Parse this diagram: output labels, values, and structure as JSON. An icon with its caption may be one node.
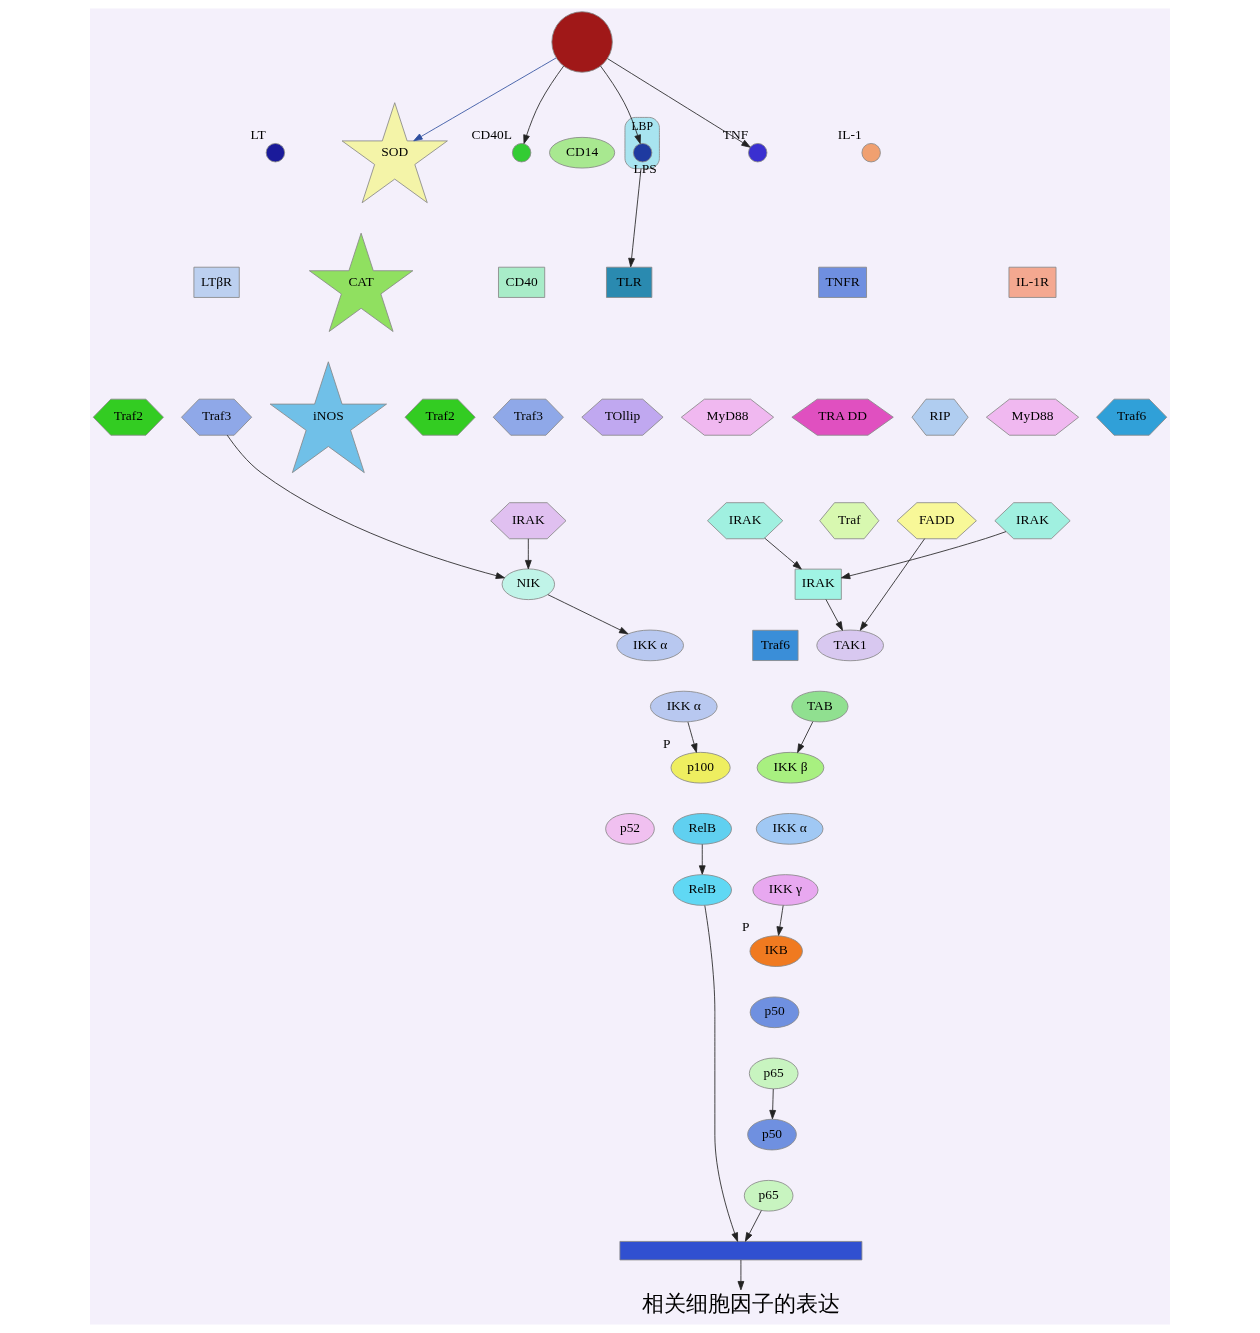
{
  "diagram": {
    "nodes": [
      {
        "text": [],
        "shape": "circle"
      },
      {
        "text": [
          "CD40L"
        ]
      },
      {
        "text": [
          "TNF"
        ]
      },
      {
        "text": [
          "LBP"
        ]
      },
      {
        "text": [
          "LPS"
        ],
        "in": 3
      },
      {
        "text": [
          "LT"
        ]
      },
      {
        "text": [
          "IL-1"
        ]
      },
      {
        "text": [
          "CD14"
        ]
      },
      {
        "text": [
          "LTβR"
        ]
      },
      {
        "text": [
          "CD40"
        ]
      },
      {
        "text": [
          "TNFR"
        ]
      },
      {
        "text": [
          "IL-1R"
        ]
      },
      {
        "text": [
          "TLR"
        ]
      },
      {
        "text": [
          "Traf2"
        ]
      },
      {
        "text": [
          "Traf3"
        ]
      },
      {
        "text": [
          "Traf2"
        ]
      },
      {
        "text": [
          "Traf3"
        ]
      },
      {
        "text": [
          "IRAK"
        ]
      },
      {
        "text": [
          "TRA DD"
        ]
      },
      {
        "text": [
          "RIP"
        ]
      },
      {
        "text": [
          "Traf"
        ]
      },
      {
        "text": [
          "FADD"
        ]
      },
      {
        "text": [
          "Traf6"
        ]
      },
      {
        "text": [
          "MyD88"
        ]
      },
      {
        "text": [
          "IRAK"
        ]
      },
      {
        "text": [
          "TOllip"
        ]
      },
      {
        "text": [
          "MyD88"
        ]
      },
      {
        "text": [
          "IRAK"
        ]
      },
      {
        "text": [
          "NIK"
        ]
      },
      {
        "text": [
          "SOD"
        ]
      },
      {
        "text": [
          "TAK1"
        ]
      },
      {
        "text": [
          "TAB"
        ]
      },
      {
        "text": [
          "IRAK"
        ]
      },
      {
        "text": [
          "Traf6"
        ]
      },
      {
        "text": [
          "IKK α"
        ]
      },
      {
        "text": [
          "IKK α"
        ]
      },
      {
        "text": [
          "CAT"
        ]
      },
      {
        "text": [
          "IKK β"
        ]
      },
      {
        "text": [
          "IKK α"
        ]
      },
      {
        "text": [
          "IKK γ"
        ]
      },
      {
        "text": [
          "p100"
        ],
        "beside": [
          "P"
        ]
      },
      {
        "text": [
          "IKB"
        ],
        "beside": [
          "P"
        ]
      },
      {
        "text": [
          "p50"
        ]
      },
      {
        "text": [
          "RelB"
        ]
      },
      {
        "text": [
          "p65"
        ]
      },
      {
        "text": [
          "iNOS"
        ]
      },
      {
        "text": [
          "p52"
        ]
      },
      {
        "text": [
          "RelB"
        ]
      },
      {
        "text": [
          "p50"
        ]
      },
      {
        "text": [
          "p65"
        ]
      },
      {
        "text": [],
        "shape": "bar"
      },
      {
        "text": [
          "相关细胞因子的表达"
        ]
      }
    ],
    "edges": [
      {
        "from": 0,
        "to": 1,
        "arrow": "to"
      },
      {
        "from": 0,
        "to": 2,
        "arrow": "to"
      },
      {
        "from": 0,
        "to": 4,
        "arrow": "to"
      },
      {
        "from": 0,
        "to": 29,
        "arrow": "to",
        "color": "#2f4f9f"
      },
      {
        "from": 3,
        "to": 12,
        "arrow": "to"
      },
      {
        "from": 14,
        "to": 28,
        "arrow": "to"
      },
      {
        "from": 17,
        "to": 28,
        "arrow": "to"
      },
      {
        "from": 28,
        "to": 34,
        "arrow": "to"
      },
      {
        "from": 35,
        "to": 40,
        "arrow": "to"
      },
      {
        "from": 43,
        "to": 47,
        "arrow": "to"
      },
      {
        "from": 21,
        "to": 30,
        "arrow": "to"
      },
      {
        "from": 24,
        "to": 32,
        "arrow": "to"
      },
      {
        "from": 27,
        "to": 32,
        "arrow": "to"
      },
      {
        "from": 32,
        "to": 30,
        "arrow": "to"
      },
      {
        "from": 31,
        "to": 37,
        "arrow": "to"
      },
      {
        "from": 39,
        "to": 41,
        "arrow": "to"
      },
      {
        "from": 44,
        "to": 48,
        "arrow": "to"
      },
      {
        "from": 47,
        "to": 50,
        "arrow": "to"
      },
      {
        "from": 49,
        "to": 50,
        "arrow": "to"
      },
      {
        "from": 50,
        "to": 51,
        "arrow": "to"
      }
    ]
  }
}
